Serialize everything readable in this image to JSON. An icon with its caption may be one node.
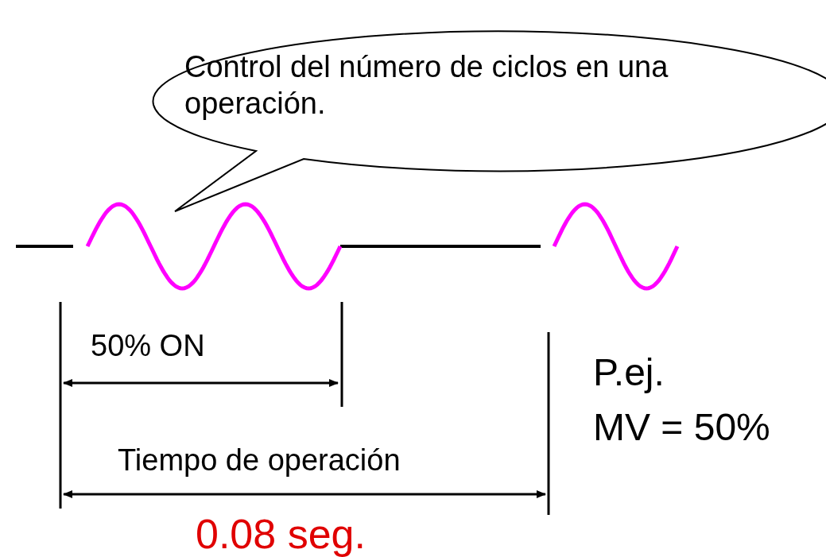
{
  "diagram": {
    "nodes": [
      {
        "text": [
          "Control del número de ciclos en una operación."
        ]
      }
    ],
    "labels": [
      "50% ON",
      "Tiempo de operación",
      "0.08 seg.",
      "P.ej.",
      "MV = 50%"
    ]
  }
}
